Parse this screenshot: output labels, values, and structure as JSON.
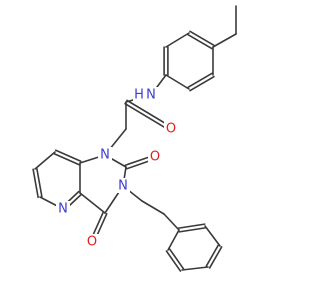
{
  "molecule": {
    "atom_labels": {
      "amide_nh": "N",
      "amide_h": "H",
      "amide_o": "O",
      "ring_n1": "N",
      "carbonyl_o2": "O",
      "ring_n3": "N",
      "carbonyl_o4": "O",
      "pyridine_n": "N"
    },
    "colors": {
      "bond": "#3a3a3a",
      "nitrogen": "#3b3bd6",
      "oxygen": "#e0201b",
      "background": "#ffffff"
    }
  }
}
